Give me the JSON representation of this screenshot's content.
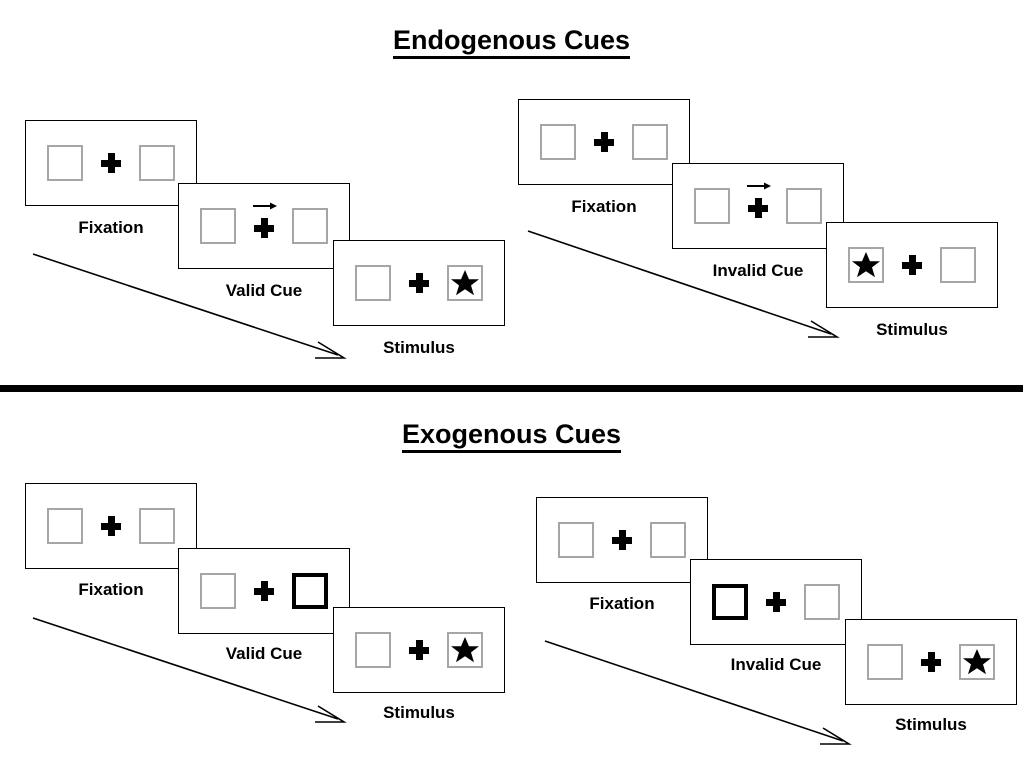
{
  "sections": [
    {
      "id": "endogenous",
      "title": "Endogenous Cues",
      "sequences": [
        {
          "id": "endogenous-valid",
          "panels": [
            {
              "label": "Fixation",
              "left_box": {
                "highlighted": false,
                "target": false
              },
              "right_box": {
                "highlighted": false,
                "target": false
              },
              "center": "fixation-cross"
            },
            {
              "label": "Valid Cue",
              "left_box": {
                "highlighted": false,
                "target": false
              },
              "right_box": {
                "highlighted": false,
                "target": false
              },
              "center": "arrow-cue-right"
            },
            {
              "label": "Stimulus",
              "left_box": {
                "highlighted": false,
                "target": false
              },
              "right_box": {
                "highlighted": false,
                "target": true
              },
              "center": "fixation-cross"
            }
          ]
        },
        {
          "id": "endogenous-invalid",
          "panels": [
            {
              "label": "Fixation",
              "left_box": {
                "highlighted": false,
                "target": false
              },
              "right_box": {
                "highlighted": false,
                "target": false
              },
              "center": "fixation-cross"
            },
            {
              "label": "Invalid Cue",
              "left_box": {
                "highlighted": false,
                "target": false
              },
              "right_box": {
                "highlighted": false,
                "target": false
              },
              "center": "arrow-cue-right"
            },
            {
              "label": "Stimulus",
              "left_box": {
                "highlighted": false,
                "target": true
              },
              "right_box": {
                "highlighted": false,
                "target": false
              },
              "center": "fixation-cross"
            }
          ]
        }
      ]
    },
    {
      "id": "exogenous",
      "title": "Exogenous Cues",
      "sequences": [
        {
          "id": "exogenous-valid",
          "panels": [
            {
              "label": "Fixation",
              "left_box": {
                "highlighted": false,
                "target": false
              },
              "right_box": {
                "highlighted": false,
                "target": false
              },
              "center": "fixation-cross"
            },
            {
              "label": "Valid Cue",
              "left_box": {
                "highlighted": false,
                "target": false
              },
              "right_box": {
                "highlighted": true,
                "target": false
              },
              "center": "fixation-cross"
            },
            {
              "label": "Stimulus",
              "left_box": {
                "highlighted": false,
                "target": false
              },
              "right_box": {
                "highlighted": false,
                "target": true
              },
              "center": "fixation-cross"
            }
          ]
        },
        {
          "id": "exogenous-invalid",
          "panels": [
            {
              "label": "Fixation",
              "left_box": {
                "highlighted": false,
                "target": false
              },
              "right_box": {
                "highlighted": false,
                "target": false
              },
              "center": "fixation-cross"
            },
            {
              "label": "Invalid Cue",
              "left_box": {
                "highlighted": true,
                "target": false
              },
              "right_box": {
                "highlighted": false,
                "target": false
              },
              "center": "fixation-cross"
            },
            {
              "label": "Stimulus",
              "left_box": {
                "highlighted": false,
                "target": false
              },
              "right_box": {
                "highlighted": false,
                "target": true
              },
              "center": "fixation-cross"
            }
          ]
        }
      ]
    }
  ],
  "colors": {
    "box_border": "#a6a6a6",
    "cued_box_border": "#000000",
    "panel_border": "#000000",
    "ink": "#000000",
    "background": "#ffffff"
  }
}
